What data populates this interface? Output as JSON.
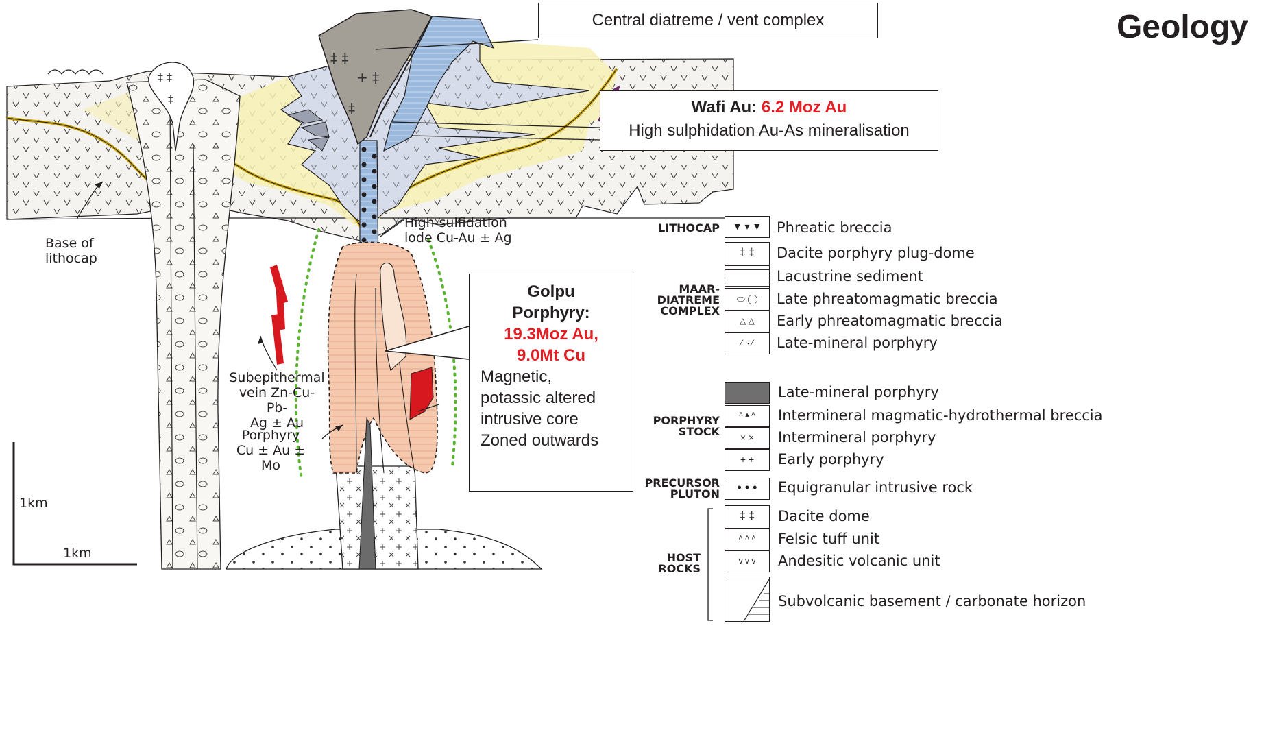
{
  "title": "Geology",
  "callouts": {
    "central": "Central diatreme / vent complex",
    "wafi_label": "Wafi Au:",
    "wafi_value": "6.2 Moz Au",
    "wafi_desc": "High sulphidation Au-As mineralisation",
    "golpu_line1": "Golpu",
    "golpu_line2": "Porphyry:",
    "golpu_value1": "19.3Moz Au,",
    "golpu_value2": "9.0Mt Cu",
    "golpu_desc1": "Magnetic,",
    "golpu_desc2": "potassic altered",
    "golpu_desc3": "intrusive core",
    "golpu_desc4": "Zoned outwards"
  },
  "labels": {
    "base_lithocap_1": "Base of",
    "base_lithocap_2": "lithocap",
    "hs_lode_1": "High-sulfidation",
    "hs_lode_2": "lode Cu-Au ± Ag",
    "subepi_1": "Subepithermal",
    "subepi_2": "vein Zn-Cu-Pb-",
    "subepi_3": "Ag ± Au",
    "porph_1": "Porphyry",
    "porph_2": "Cu ± Au ± Mo",
    "scale_v": "1km",
    "scale_h": "1km"
  },
  "legend": {
    "categories": {
      "lithocap": "LITHOCAP",
      "maar_1": "MAAR-",
      "maar_2": "DIATREME",
      "maar_3": "COMPLEX",
      "porph_1": "PORPHYRY",
      "porph_2": "STOCK",
      "precursor_1": "PRECURSOR",
      "precursor_2": "PLUTON",
      "host_1": "HOST",
      "host_2": "ROCKS"
    },
    "items": [
      "Phreatic breccia",
      "Dacite porphyry plug-dome",
      "Lacustrine sediment",
      "Late phreatomagmatic breccia",
      "Early phreatomagmatic breccia",
      "Late-mineral porphyry",
      "Late-mineral porphyry",
      "Intermineral magmatic-hydrothermal breccia",
      "Intermineral porphyry",
      "Early porphyry",
      "Equigranular intrusive rock",
      "Dacite dome",
      "Felsic tuff unit",
      "Andesitic volcanic unit",
      "Subvolcanic basement / carbonate horizon"
    ]
  },
  "colors": {
    "lithocap_yellow": "#f6f0b4",
    "diatreme_lavender": "#d6dce9",
    "vent_grey": "#9a958c",
    "blue_breccia": "#8fb0d8",
    "porphyry_salmon": "#f5c9ae",
    "vein_red": "#d7191f",
    "accent_red": "#e31e24",
    "dotted_green": "#5cb531",
    "base_line_gold": "#c8a200"
  }
}
